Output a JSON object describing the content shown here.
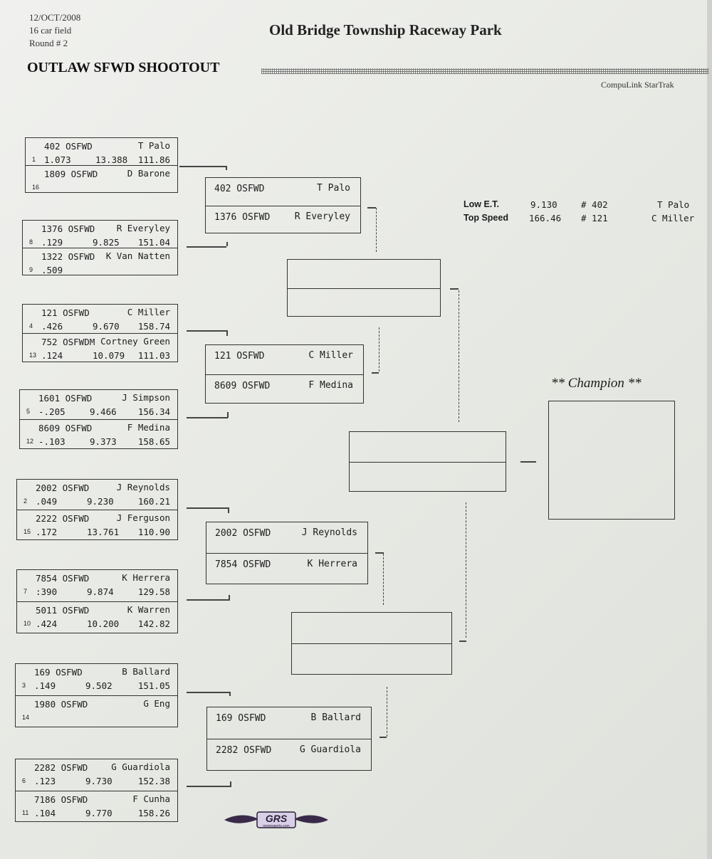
{
  "header": {
    "date": "12/OCT/2008",
    "field": "16 car field",
    "round": "Round # 2",
    "venue": "Old Bridge Township Raceway Park",
    "event": "OUTLAW SFWD SHOOTOUT",
    "system": "CompuLink StarTrak"
  },
  "round1": [
    {
      "a": {
        "car": "402 OSFWD",
        "driver": "T Palo",
        "seed": "1",
        "rt": "1.073",
        "et": "13.388",
        "mph": "111.86"
      },
      "b": {
        "car": "1809 OSFWD",
        "driver": "D Barone",
        "seed": "16",
        "rt": "",
        "et": "",
        "mph": ""
      }
    },
    {
      "a": {
        "car": "1376 OSFWD",
        "driver": "R Everyley",
        "seed": "8",
        "rt": ".129",
        "et": "9.825",
        "mph": "151.04"
      },
      "b": {
        "car": "1322 OSFWD",
        "driver": "K Van Natten",
        "seed": "9",
        "rt": ".509",
        "et": "",
        "mph": ""
      }
    },
    {
      "a": {
        "car": "121 OSFWD",
        "driver": "C Miller",
        "seed": "4",
        "rt": ".426",
        "et": "9.670",
        "mph": "158.74"
      },
      "b": {
        "car": "752 OSFWDM",
        "driver": "Cortney Green",
        "seed": "13",
        "rt": ".124",
        "et": "10.079",
        "mph": "111.03"
      }
    },
    {
      "a": {
        "car": "1601 OSFWD",
        "driver": "J Simpson",
        "seed": "5",
        "rt": "-.205",
        "et": "9.466",
        "mph": "156.34"
      },
      "b": {
        "car": "8609 OSFWD",
        "driver": "F Medina",
        "seed": "12",
        "rt": "-.103",
        "et": "9.373",
        "mph": "158.65"
      }
    },
    {
      "a": {
        "car": "2002 OSFWD",
        "driver": "J Reynolds",
        "seed": "2",
        "rt": ".049",
        "et": "9.230",
        "mph": "160.21"
      },
      "b": {
        "car": "2222 OSFWD",
        "driver": "J Ferguson",
        "seed": "15",
        "rt": ".172",
        "et": "13.761",
        "mph": "110.90"
      }
    },
    {
      "a": {
        "car": "7854 OSFWD",
        "driver": "K Herrera",
        "seed": "7",
        "rt": ":390",
        "et": "9.874",
        "mph": "129.58"
      },
      "b": {
        "car": "5011 OSFWD",
        "driver": "K Warren",
        "seed": "10",
        "rt": ".424",
        "et": "10.200",
        "mph": "142.82"
      }
    },
    {
      "a": {
        "car": "169 OSFWD",
        "driver": "B Ballard",
        "seed": "3",
        "rt": ".149",
        "et": "9.502",
        "mph": "151.05"
      },
      "b": {
        "car": "1980 OSFWD",
        "driver": "G Eng",
        "seed": "14",
        "rt": "",
        "et": "",
        "mph": ""
      }
    },
    {
      "a": {
        "car": "2282 OSFWD",
        "driver": "G Guardiola",
        "seed": "6",
        "rt": ".123",
        "et": "9.730",
        "mph": "152.38"
      },
      "b": {
        "car": "7186 OSFWD",
        "driver": "F Cunha",
        "seed": "11",
        "rt": ".104",
        "et": "9.770",
        "mph": "158.26"
      }
    }
  ],
  "round2": [
    {
      "a": {
        "car": "402 OSFWD",
        "driver": "T Palo"
      },
      "b": {
        "car": "1376 OSFWD",
        "driver": "R Everyley"
      }
    },
    {
      "a": {
        "car": "121 OSFWD",
        "driver": "C Miller"
      },
      "b": {
        "car": "8609 OSFWD",
        "driver": "F Medina"
      }
    },
    {
      "a": {
        "car": "2002 OSFWD",
        "driver": "J Reynolds"
      },
      "b": {
        "car": "7854 OSFWD",
        "driver": "K Herrera"
      }
    },
    {
      "a": {
        "car": "169 OSFWD",
        "driver": "B Ballard"
      },
      "b": {
        "car": "2282 OSFWD",
        "driver": "G Guardiola"
      }
    }
  ],
  "stats": {
    "low_et": {
      "label": "Low  E.T.",
      "value": "9.130",
      "car": "# 402",
      "driver": "T Palo"
    },
    "top_speed": {
      "label": "Top Speed",
      "value": "166.46",
      "car": "# 121",
      "driver": "C Miller"
    }
  },
  "champion": {
    "label": "** Champion **"
  },
  "logo": {
    "text": "GRS",
    "subtext": "motorsports.com"
  }
}
